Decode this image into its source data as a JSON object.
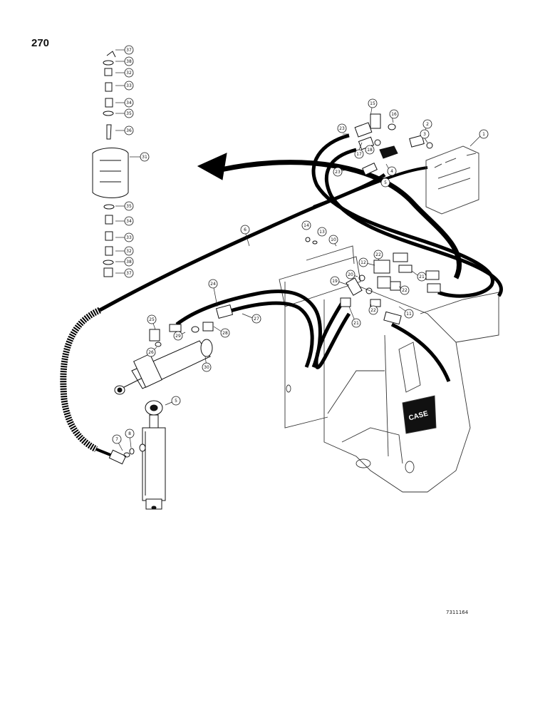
{
  "page_number": "270",
  "drawing_code": "7311164",
  "brand_mark": "CASE",
  "callouts": [
    {
      "id": "c37a",
      "label": "37"
    },
    {
      "id": "c38a",
      "label": "38"
    },
    {
      "id": "c32a",
      "label": "32"
    },
    {
      "id": "c33a",
      "label": "33"
    },
    {
      "id": "c34a",
      "label": "34"
    },
    {
      "id": "c35a",
      "label": "35"
    },
    {
      "id": "c36",
      "label": "36"
    },
    {
      "id": "c31",
      "label": "31"
    },
    {
      "id": "c35b",
      "label": "35"
    },
    {
      "id": "c34b",
      "label": "34"
    },
    {
      "id": "c33b",
      "label": "33"
    },
    {
      "id": "c32b",
      "label": "32"
    },
    {
      "id": "c38b",
      "label": "38"
    },
    {
      "id": "c37b",
      "label": "37"
    },
    {
      "id": "c15",
      "label": "15"
    },
    {
      "id": "c16",
      "label": "16"
    },
    {
      "id": "c23a",
      "label": "23"
    },
    {
      "id": "c17",
      "label": "17"
    },
    {
      "id": "c18",
      "label": "18"
    },
    {
      "id": "c2",
      "label": "2"
    },
    {
      "id": "c3",
      "label": "3"
    },
    {
      "id": "c1",
      "label": "1"
    },
    {
      "id": "c4",
      "label": "4"
    },
    {
      "id": "c23b",
      "label": "23"
    },
    {
      "id": "c5a",
      "label": "5"
    },
    {
      "id": "c6",
      "label": "6"
    },
    {
      "id": "c14",
      "label": "14"
    },
    {
      "id": "c13",
      "label": "13"
    },
    {
      "id": "c10",
      "label": "10"
    },
    {
      "id": "c22a",
      "label": "22"
    },
    {
      "id": "c12",
      "label": "12"
    },
    {
      "id": "c21a",
      "label": "21"
    },
    {
      "id": "c20",
      "label": "20"
    },
    {
      "id": "c19",
      "label": "19"
    },
    {
      "id": "c22b",
      "label": "22"
    },
    {
      "id": "c22c",
      "label": "22"
    },
    {
      "id": "c11",
      "label": "11"
    },
    {
      "id": "c21b",
      "label": "21"
    },
    {
      "id": "c24",
      "label": "24"
    },
    {
      "id": "c27",
      "label": "27"
    },
    {
      "id": "c25",
      "label": "25"
    },
    {
      "id": "c29",
      "label": "29"
    },
    {
      "id": "c28",
      "label": "28"
    },
    {
      "id": "c26",
      "label": "26"
    },
    {
      "id": "c30",
      "label": "30"
    },
    {
      "id": "c5b",
      "label": "5"
    },
    {
      "id": "c7",
      "label": "7"
    },
    {
      "id": "c8",
      "label": "8"
    }
  ]
}
